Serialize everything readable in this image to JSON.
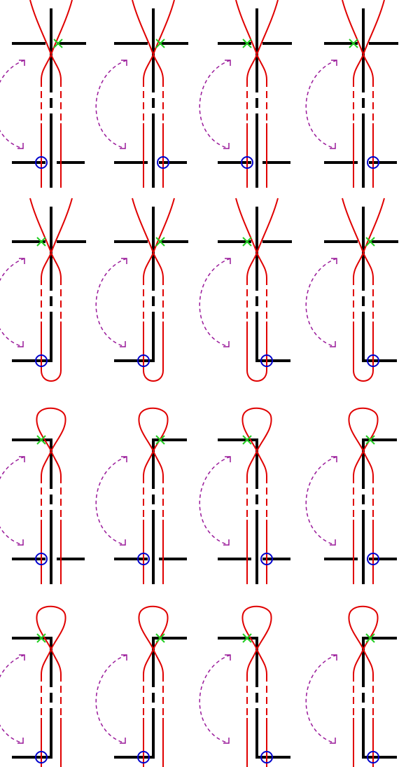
{
  "colors": {
    "background": "#ffffff",
    "black_line": "#000000",
    "red_curve": "#e00000",
    "green_cross": "#22cc22",
    "blue_circle": "#0000cc",
    "purple_arrow": "#9a1a9a"
  },
  "icons": {
    "cross_marker": "green-x-icon",
    "circle_marker": "blue-circle-icon",
    "arrow": "dashed-curved-arrow-icon"
  },
  "panels": [
    {
      "top": "cross",
      "bottom": "cross",
      "cross_side": "right",
      "circle_side": "left"
    },
    {
      "top": "cross",
      "bottom": "cross",
      "cross_side": "right",
      "circle_side": "right"
    },
    {
      "top": "cross",
      "bottom": "cross",
      "cross_side": "left",
      "circle_side": "left"
    },
    {
      "top": "cross",
      "bottom": "cross",
      "cross_side": "left",
      "circle_side": "right"
    },
    {
      "top": "cross",
      "bottom": "corner_left",
      "cross_side": "left",
      "circle_side": "left"
    },
    {
      "top": "cross",
      "bottom": "corner_left",
      "cross_side": "right",
      "circle_side": "left"
    },
    {
      "top": "cross",
      "bottom": "corner_right",
      "cross_side": "left",
      "circle_side": "right"
    },
    {
      "top": "cross",
      "bottom": "corner_right",
      "cross_side": "right",
      "circle_side": "right"
    },
    {
      "top": "corner_left",
      "bottom": "cross",
      "cross_side": "left",
      "circle_side": "left"
    },
    {
      "top": "corner_right",
      "bottom": "cross",
      "cross_side": "right",
      "circle_side": "left"
    },
    {
      "top": "corner_left",
      "bottom": "cross",
      "cross_side": "left",
      "circle_side": "right"
    },
    {
      "top": "corner_right",
      "bottom": "cross",
      "cross_side": "right",
      "circle_side": "right"
    },
    {
      "top": "corner_left",
      "bottom": "corner_left",
      "cross_side": "left",
      "circle_side": "left"
    },
    {
      "top": "corner_right",
      "bottom": "corner_left",
      "cross_side": "right",
      "circle_side": "left"
    },
    {
      "top": "corner_left",
      "bottom": "corner_right",
      "cross_side": "left",
      "circle_side": "right"
    },
    {
      "top": "corner_right",
      "bottom": "corner_right",
      "cross_side": "right",
      "circle_side": "right"
    }
  ]
}
